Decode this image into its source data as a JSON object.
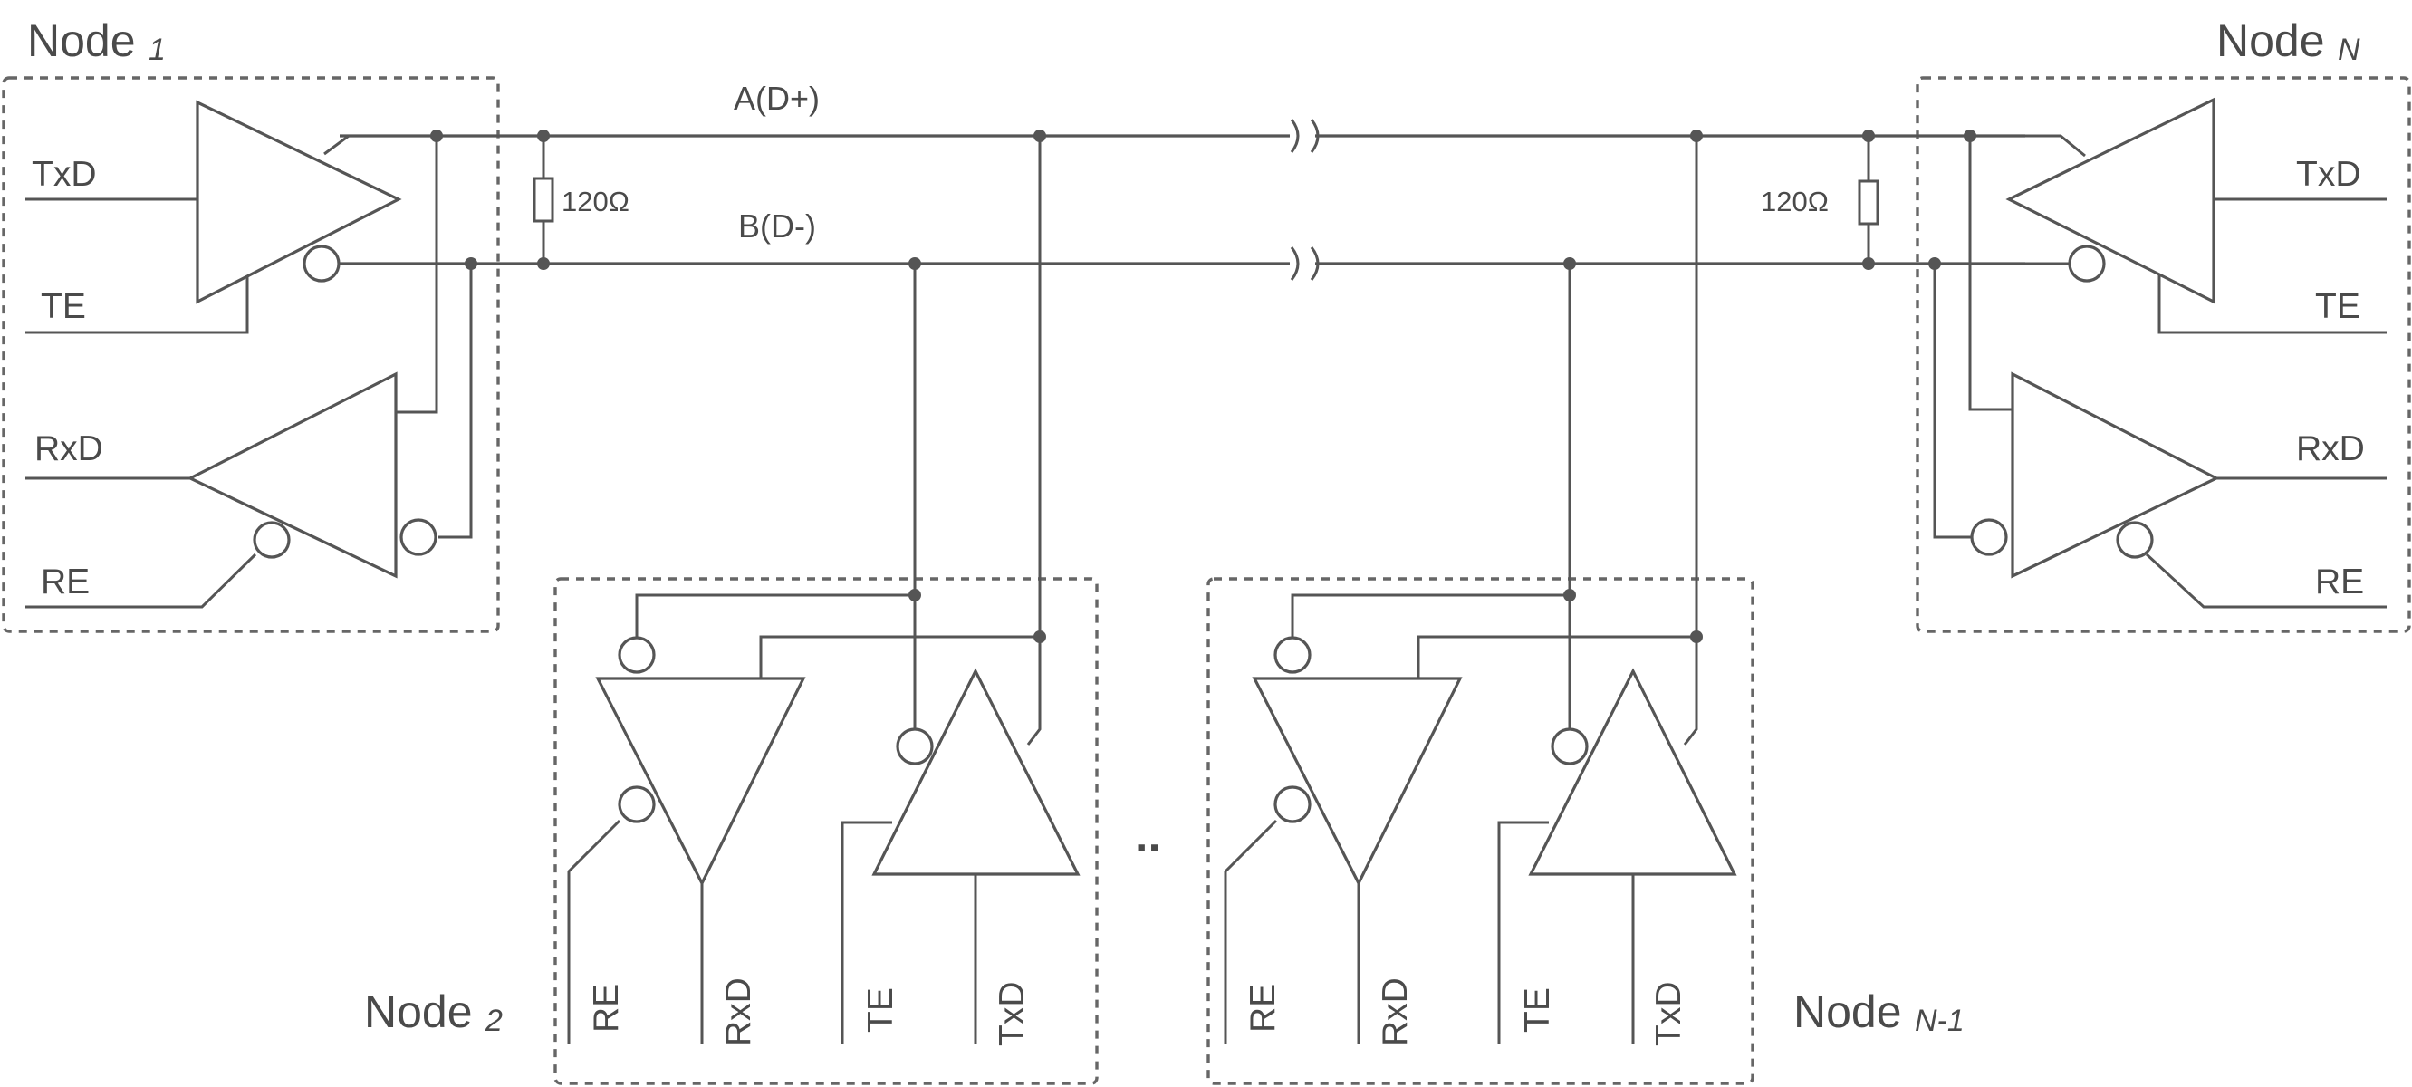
{
  "lines": {
    "a": "A(D+)",
    "b": "B(D-)"
  },
  "terminators": {
    "left": "120Ω",
    "right": "120Ω"
  },
  "nodes": {
    "node1": {
      "title": "Node",
      "sub": "1",
      "pins": {
        "txd": "TxD",
        "te": "TE",
        "rxd": "RxD",
        "re": "RE"
      }
    },
    "nodeN": {
      "title": "Node",
      "sub": "N",
      "pins": {
        "txd": "TxD",
        "te": "TE",
        "rxd": "RxD",
        "re": "RE"
      }
    },
    "node2": {
      "title": "Node",
      "sub": "2",
      "pins": {
        "re": "RE",
        "rxd": "RxD",
        "te": "TE",
        "txd": "TxD"
      }
    },
    "nodeN1": {
      "title": "Node",
      "sub": "N-1",
      "pins": {
        "re": "RE",
        "rxd": "RxD",
        "te": "TE",
        "txd": "TxD"
      }
    }
  },
  "ellipsis": ".."
}
